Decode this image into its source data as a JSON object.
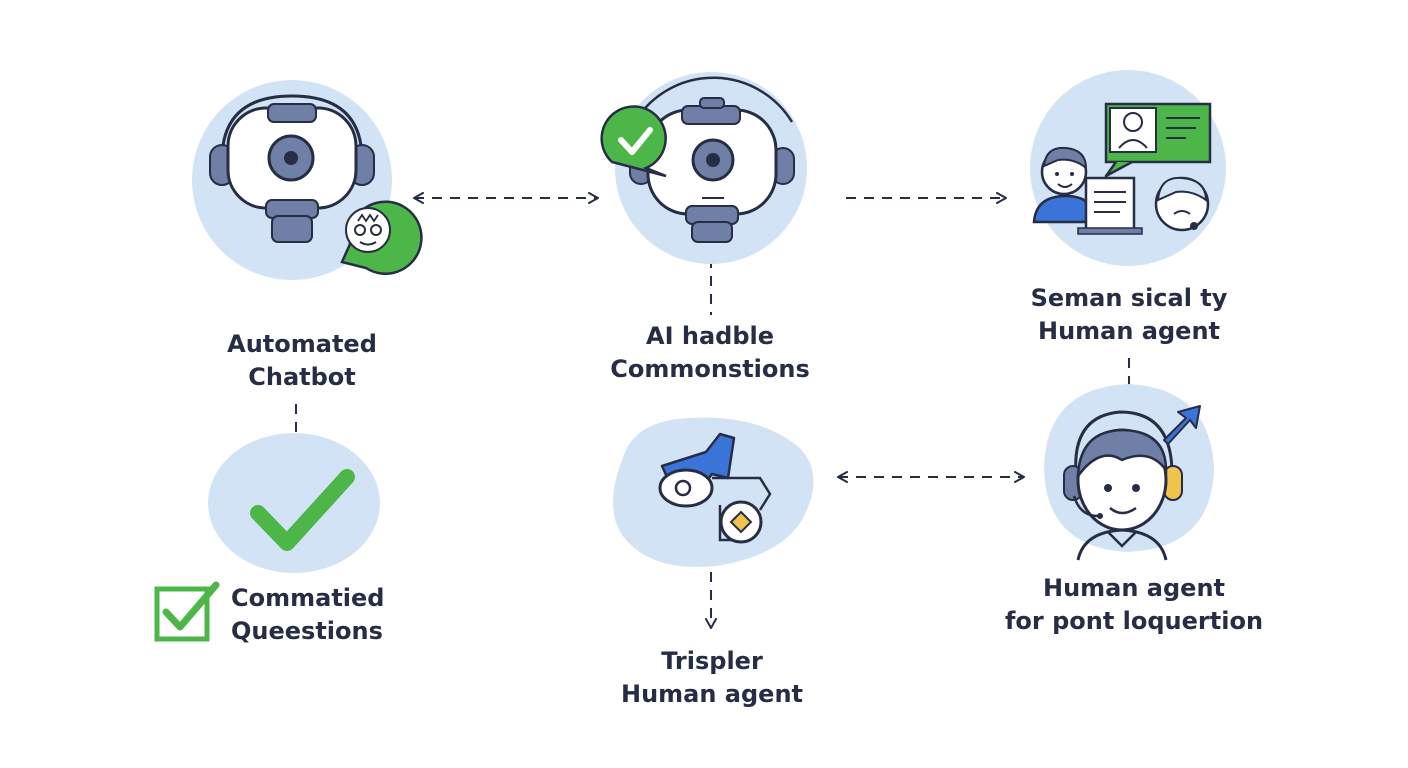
{
  "nodes": {
    "chatbot": {
      "label_line1": "Automated",
      "label_line2": "Chatbot",
      "icon": "chatbot-robot-icon"
    },
    "completed": {
      "label_line1": "Commatied",
      "label_line2": "Queestions",
      "icon": "green-checkmark-icon"
    },
    "ai": {
      "label_line1": "AI hadble",
      "label_line2": "Commonstions",
      "icon": "ai-robot-approved-icon"
    },
    "transfer": {
      "label_line1": "Trispler",
      "label_line2": "Human agent",
      "icon": "transfer-arrow-icon"
    },
    "semantic": {
      "label_line1": "Seman sical ty",
      "label_line2": "Human agent",
      "icon": "agent-workstation-icon"
    },
    "human": {
      "label_line1": "Human agent",
      "label_line2": "for pont loquertion",
      "icon": "headset-agent-icon"
    }
  },
  "colors": {
    "circle_fill": "#d3e3f6",
    "navy": "#262d44",
    "slate": "#6f7fa6",
    "green": "#4cb748",
    "green_dark": "#2f8f35",
    "blue_arrow": "#3b74d8",
    "yellow": "#f0c34d"
  }
}
